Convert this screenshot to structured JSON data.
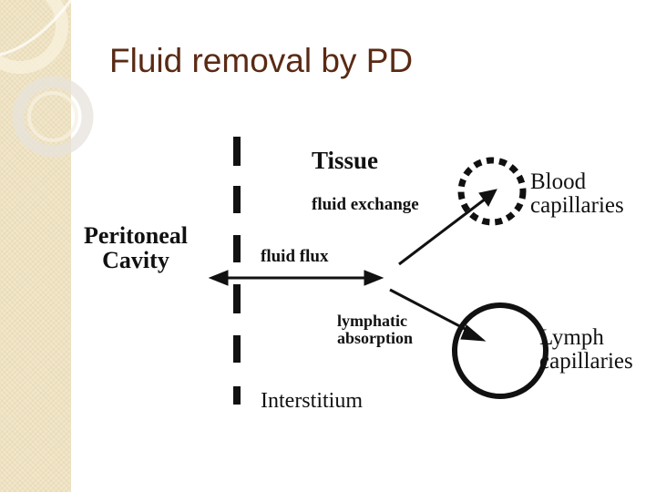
{
  "slide": {
    "title": "Fluid removal by PD"
  },
  "diagram": {
    "peritoneal_cavity": [
      "Peritoneal",
      "Cavity"
    ],
    "tissue": "Tissue",
    "fluid_exchange": "fluid exchange",
    "fluid_flux": "fluid flux",
    "lymphatic_absorption": [
      "lymphatic",
      "absorption"
    ],
    "interstitium": "Interstitium",
    "blood_capillaries": [
      "Blood",
      "capillaries"
    ],
    "lymph_capillaries": [
      "Lymph",
      "capillaries"
    ]
  },
  "colors": {
    "title": "#5a2a14",
    "strip": "#f1e6c9",
    "ink": "#111111"
  }
}
